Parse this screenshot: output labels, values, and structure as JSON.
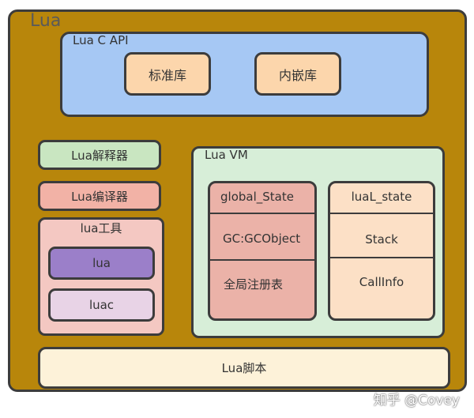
{
  "outer": {
    "title": "Lua"
  },
  "capi": {
    "title": "Lua C API",
    "boxes": [
      "标准库",
      "内嵌库"
    ]
  },
  "interpreter": "Lua解释器",
  "compiler": "Lua编译器",
  "tools": {
    "title": "lua工具",
    "items": [
      "lua",
      "luac"
    ]
  },
  "vm": {
    "title": "Lua VM",
    "global_state": [
      "global_State",
      "GC:GCObject",
      "全局注册表"
    ],
    "lua_state": [
      "luaL_state",
      "Stack",
      "CallInfo"
    ]
  },
  "script": "Lua脚本",
  "watermark": "知乎 @Covey"
}
